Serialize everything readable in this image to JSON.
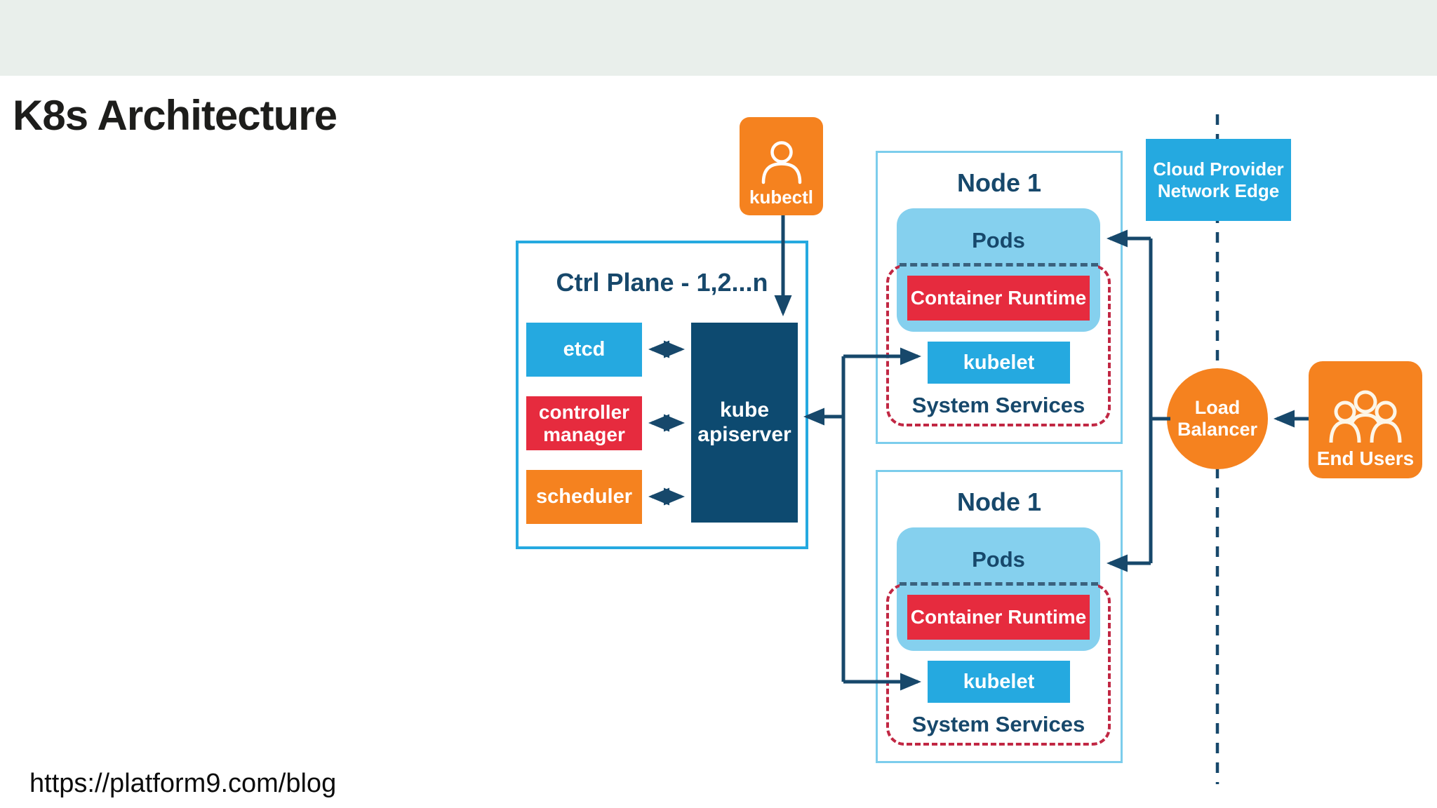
{
  "slide": {
    "title": "K8s Architecture",
    "source_url": "https://platform9.com/blog"
  },
  "colors": {
    "header_bar": "#e9efeb",
    "blue": "#25a9e0",
    "light_blue_pods": "#85d0ee",
    "navy_text_arrows": "#17486b",
    "apiserver_navy": "#0d4a70",
    "red": "#e62b3e",
    "dashed_red": "#c12743",
    "orange": "#f5821f",
    "node_border": "#7ccdec"
  },
  "diagram": {
    "kubectl": {
      "label": "kubectl",
      "icon": "user-icon"
    },
    "ctrl_plane": {
      "title": "Ctrl Plane - 1,2...n",
      "etcd": "etcd",
      "controller_manager": "controller manager",
      "scheduler": "scheduler",
      "kube_apiserver": "kube apiserver"
    },
    "nodes": [
      {
        "title": "Node 1",
        "pods": "Pods",
        "container_runtime": "Container Runtime",
        "kubelet": "kubelet",
        "system_services": "System Services"
      },
      {
        "title": "Node 1",
        "pods": "Pods",
        "container_runtime": "Container Runtime",
        "kubelet": "kubelet",
        "system_services": "System Services"
      }
    ],
    "cloud_provider_edge": {
      "label": "Cloud Provider Network Edge"
    },
    "load_balancer": {
      "label": "Load Balancer"
    },
    "end_users": {
      "label": "End Users",
      "icon": "users-icon"
    }
  }
}
